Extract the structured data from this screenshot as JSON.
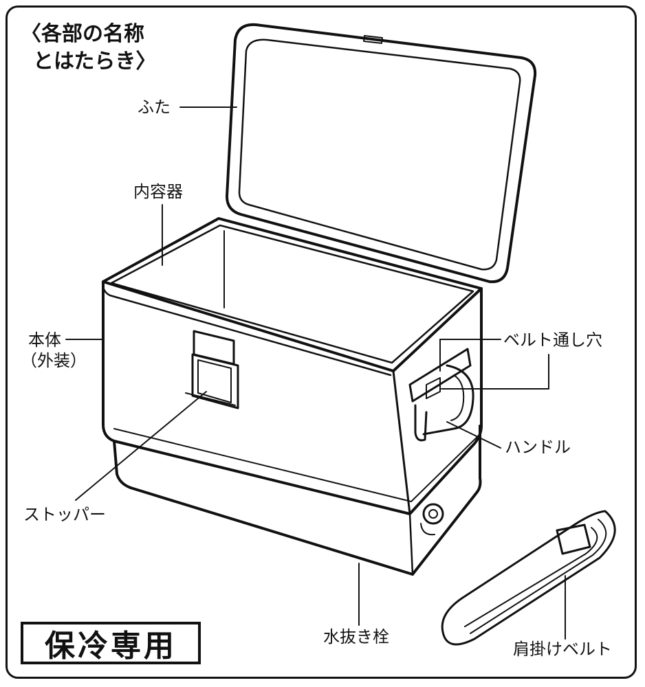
{
  "title": {
    "line1": "〈各部の名称",
    "line2": "とはたらき〉"
  },
  "labels": {
    "lid": "ふた",
    "inner": "内容器",
    "body1": "本体",
    "body2": "（外装）",
    "belt_hole": "ベルト通し穴",
    "handle": "ハンドル",
    "stopper": "ストッパー",
    "drain": "水抜き栓",
    "shoulder_belt": "肩掛けベルト"
  },
  "badge": "保冷専用"
}
